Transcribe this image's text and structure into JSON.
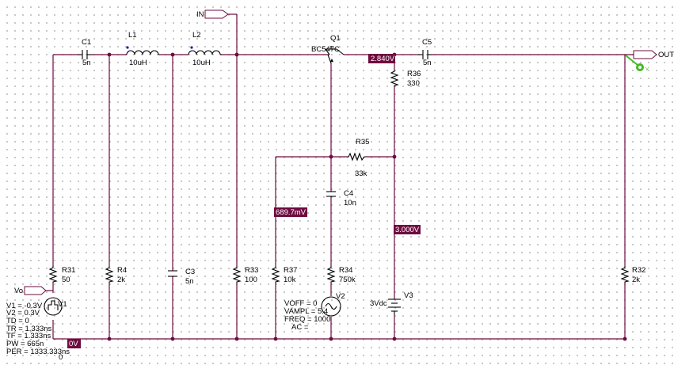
{
  "colors": {
    "wire": "#6e0b3f",
    "probe_bg": "#6e0b3f",
    "grid_dot": "#b9b9b9",
    "marker": "#44bb22"
  },
  "ports": {
    "in": "IN",
    "out": "OUT",
    "vo": "Vo"
  },
  "components": {
    "C1": {
      "name": "C1",
      "value": "5n"
    },
    "L1": {
      "name": "L1",
      "value": "10uH"
    },
    "L2": {
      "name": "L2",
      "value": "10uH"
    },
    "Q1": {
      "name": "Q1",
      "value": "BC547C"
    },
    "C5": {
      "name": "C5",
      "value": "5n"
    },
    "R36": {
      "name": "R36",
      "value": "330"
    },
    "R35": {
      "name": "R35",
      "value": "33k"
    },
    "C4": {
      "name": "C4",
      "value": "10n"
    },
    "R31": {
      "name": "R31",
      "value": "50"
    },
    "R4": {
      "name": "R4",
      "value": "2k"
    },
    "C3": {
      "name": "C3",
      "value": "5n"
    },
    "R33": {
      "name": "R33",
      "value": "100"
    },
    "R37": {
      "name": "R37",
      "value": "10k"
    },
    "R34": {
      "name": "R34",
      "value": "750k"
    },
    "R32": {
      "name": "R32",
      "value": "2k"
    },
    "V1": {
      "name": "V1",
      "params": [
        "V1 = -0.3V",
        "V2 = 0.3V",
        "TD = 0",
        "TR = 1.333ns",
        "TF = 1.333ns",
        "PW = 665n",
        "PER = 1333.333ns"
      ]
    },
    "V2": {
      "name": "V2",
      "params": [
        "VOFF = 0",
        "VAMPL = 5.4",
        "FREQ = 1000",
        "AC ="
      ]
    },
    "V3": {
      "name": "V3",
      "value": "3Vdc"
    }
  },
  "probes": {
    "collector": "2.840V",
    "base_bias": "689.7mV",
    "supply": "3.000V",
    "ground": "0V"
  },
  "ground_label": "0"
}
